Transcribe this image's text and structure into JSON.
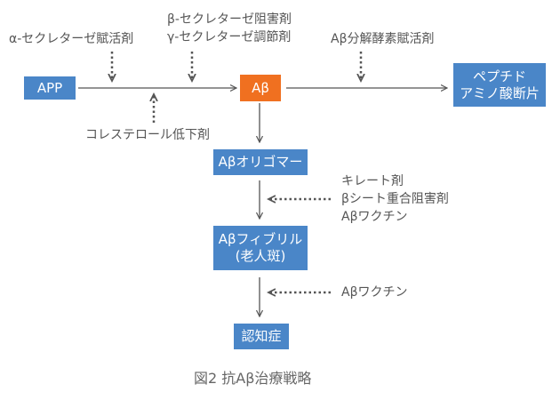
{
  "nodes": {
    "app": "APP",
    "abeta": "Aβ",
    "peptide_line1": "ペプチド",
    "peptide_line2": "アミノ酸断片",
    "oligomer": "Aβオリゴマー",
    "fibril_line1": "Aβフィブリル",
    "fibril_line2": "(老人斑)",
    "dementia": "認知症"
  },
  "labels": {
    "alpha": "α-セクレターゼ賦活剤",
    "beta_line1": "β-セクレターゼ阻害剤",
    "beta_line2": "γ-セクレターゼ調節剤",
    "degrade": "Aβ分解酵素賦活剤",
    "cholesterol": "コレステロール低下剤",
    "chelate_line1": "キレート剤",
    "chelate_line2": "βシート重合阻害剤",
    "chelate_line3": "Aβワクチン",
    "vaccine": "Aβワクチン"
  },
  "caption": "図2 抗Aβ治療戦略",
  "colors": {
    "node_blue": "#4a86c8",
    "node_orange": "#f07020",
    "arrow": "#555555",
    "text": "#555555"
  }
}
